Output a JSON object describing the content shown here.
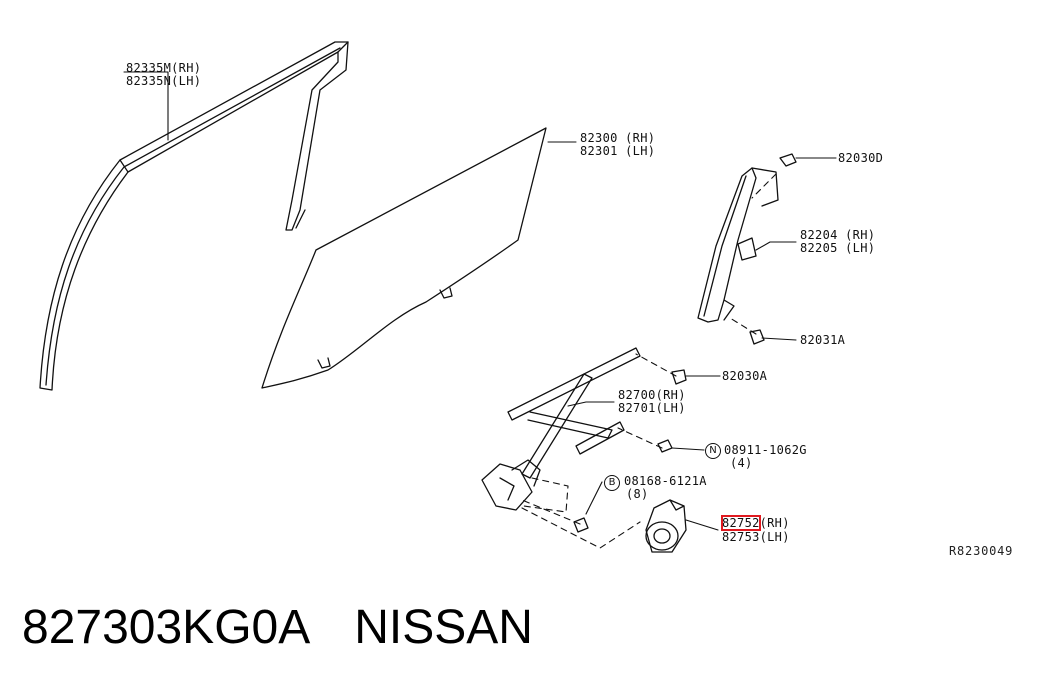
{
  "diagram": {
    "labels": {
      "sash_rh": "82335M(RH)",
      "sash_lh": "82335N(LH)",
      "glass_rh": "82300 (RH)",
      "glass_lh": "82301 (LH)",
      "bolt_82030d": "82030D",
      "partition_rh": "82204 (RH)",
      "partition_lh": "82205 (LH)",
      "bolt_82031a": "82031A",
      "bolt_82030a": "82030A",
      "regulator_rh": "82700(RH)",
      "regulator_lh": "82701(LH)",
      "nut_part": "08911-1062G",
      "nut_qty": "(4)",
      "bolt_part": "08168-6121A",
      "bolt_qty": "(8)",
      "motor_rh_num": "82752",
      "motor_rh_side": "(RH)",
      "motor_lh": "82753(LH)",
      "nut_symbol": "N",
      "bolt_symbol": "B"
    },
    "reference_code": "R8230049",
    "highlight_color": "#e0191f"
  },
  "footer": {
    "part_number": "827303KG0A",
    "brand": "NISSAN"
  }
}
